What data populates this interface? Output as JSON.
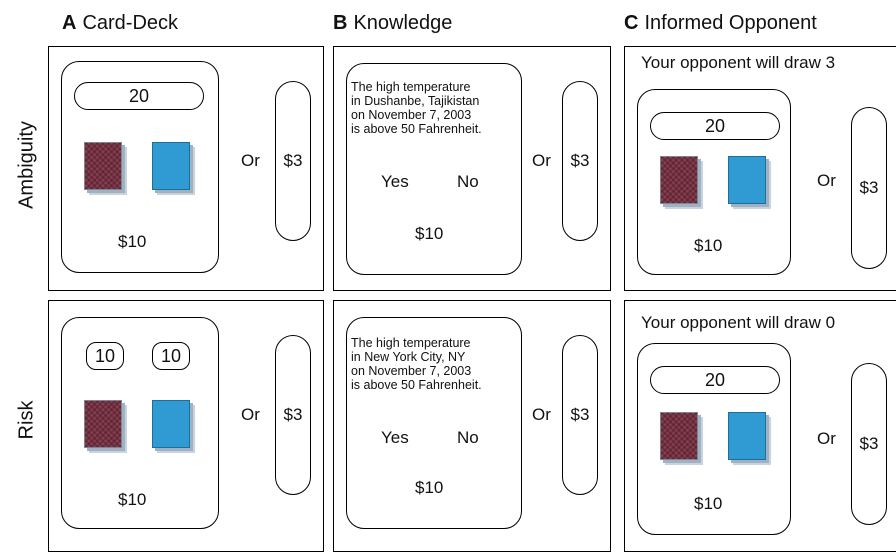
{
  "columns": [
    {
      "letter": "A",
      "title": "Card-Deck"
    },
    {
      "letter": "B",
      "title": "Knowledge"
    },
    {
      "letter": "C",
      "title": "Informed Opponent"
    }
  ],
  "rows": [
    {
      "label": "Ambiguity"
    },
    {
      "label": "Risk"
    }
  ],
  "cards": {
    "ambiguity": {
      "red_count": "20",
      "prize": "$10",
      "or": "Or",
      "sure": "$3"
    },
    "risk": {
      "red_count": "10",
      "blue_count": "10",
      "prize": "$10",
      "or": "Or",
      "sure": "$3"
    }
  },
  "knowledge": {
    "ambiguity": {
      "question": "The high temperature\nin Dushanbe, Tajikistan\non November 7, 2003\nis above 50 Fahrenheit.",
      "yes": "Yes",
      "no": "No",
      "prize": "$10",
      "or": "Or",
      "sure": "$3"
    },
    "risk": {
      "question": "The high temperature\nin New York City, NY\non November 7, 2003\nis above 50 Fahrenheit.",
      "yes": "Yes",
      "no": "No",
      "prize": "$10",
      "or": "Or",
      "sure": "$3"
    }
  },
  "opponent": {
    "ambiguity": {
      "note": "Your opponent will draw 3",
      "count": "20",
      "prize": "$10",
      "or": "Or",
      "sure": "$3"
    },
    "risk": {
      "note": "Your opponent will draw 0",
      "count": "20",
      "prize": "$10",
      "or": "Or",
      "sure": "$3"
    }
  },
  "colors": {
    "red_deck": "#8a3f52",
    "blue_deck": "#2f9bd2"
  }
}
